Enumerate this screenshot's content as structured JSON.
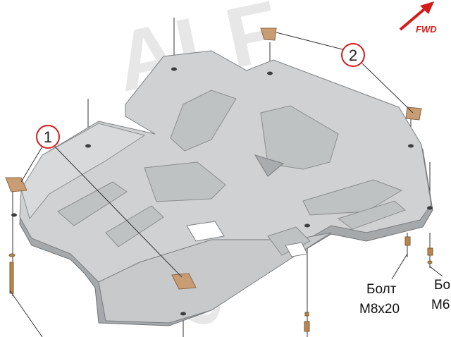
{
  "watermark": {
    "text_top": "ALF",
    "text_bottom": "eco"
  },
  "direction_indicator": {
    "label": "FWD",
    "color": "#d51a1a"
  },
  "callouts": [
    {
      "number": "1"
    },
    {
      "number": "2"
    }
  ],
  "bolt_labels": [
    {
      "name": "Болт",
      "size": "M8x20"
    },
    {
      "name": "Бо",
      "size": "M6"
    }
  ],
  "colors": {
    "plate": "#cfd1d2",
    "plate_dark": "#a6a9ab",
    "bracket": "#c99d74",
    "callout_circle": "#d51a1a",
    "line": "#333333"
  }
}
